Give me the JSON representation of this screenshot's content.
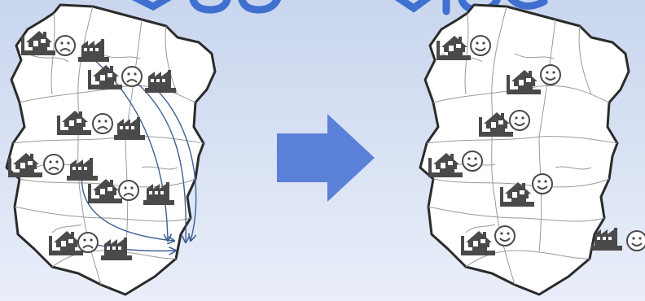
{
  "colors": {
    "background_top": "#c9d6ee",
    "background_bottom": "#e9eef9",
    "title_fragment": "#3f6fd1",
    "map_fill": "#ffffff",
    "map_outline": "#2b2b2b",
    "district_lines": "#9a9a9a",
    "icon_fill": "#4a4a4a",
    "arrow_blue": "#5b80d8",
    "flow_lines": "#3e5f93"
  },
  "scenes": {
    "before": {
      "name": "before",
      "houses": 6,
      "factories": 6,
      "faces": [
        "sad",
        "sad",
        "sad",
        "sad",
        "sad",
        "sad"
      ],
      "flow_arrows": 5
    },
    "after": {
      "name": "after",
      "houses": 6,
      "factories": 1,
      "faces": [
        "happy",
        "happy",
        "happy",
        "happy",
        "happy",
        "happy",
        "happy"
      ],
      "factory_location": "outside-map-bottom-right"
    }
  },
  "transition_icon": "right-arrow-icon",
  "icons": [
    "house-icon",
    "factory-icon",
    "sad-face-icon",
    "happy-face-icon",
    "flow-arrow-icon"
  ]
}
